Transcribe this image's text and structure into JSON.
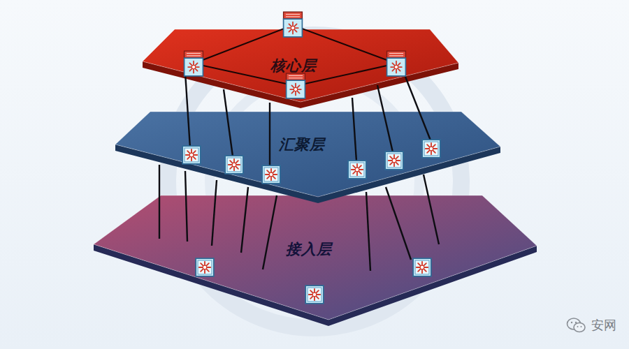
{
  "diagram": {
    "nodes": [
      {
        "text": [
          "核心层"
        ]
      },
      {
        "text": [
          "汇聚层"
        ]
      },
      {
        "text": [
          "接入层"
        ]
      }
    ],
    "edges": [
      {
        "from": 0,
        "to": 1,
        "arrow": "none"
      },
      {
        "from": 0,
        "to": 1,
        "arrow": "none"
      },
      {
        "from": 0,
        "to": 1,
        "arrow": "none"
      },
      {
        "from": 0,
        "to": 1,
        "arrow": "none"
      },
      {
        "from": 0,
        "to": 1,
        "arrow": "none"
      },
      {
        "from": 0,
        "to": 1,
        "arrow": "none"
      },
      {
        "from": 1,
        "to": 2,
        "arrow": "none"
      },
      {
        "from": 1,
        "to": 2,
        "arrow": "none"
      },
      {
        "from": 1,
        "to": 2,
        "arrow": "none"
      },
      {
        "from": 1,
        "to": 2,
        "arrow": "none"
      },
      {
        "from": 1,
        "to": 2,
        "arrow": "none"
      },
      {
        "from": 1,
        "to": 2,
        "arrow": "none"
      },
      {
        "from": 1,
        "to": 2,
        "arrow": "none"
      },
      {
        "from": 1,
        "to": 2,
        "arrow": "none"
      }
    ],
    "labels": [
      "安网"
    ]
  }
}
